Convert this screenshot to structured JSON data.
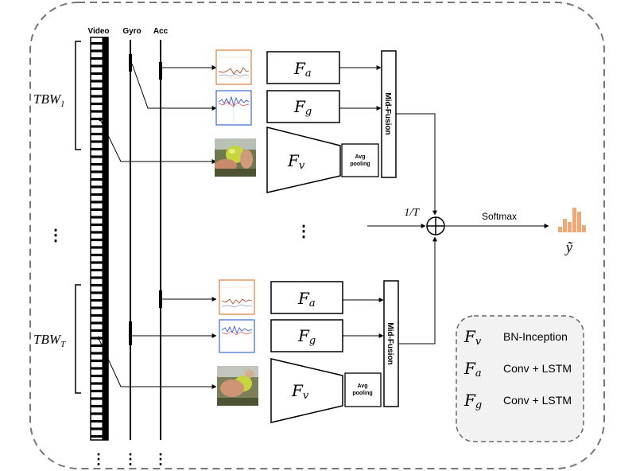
{
  "signals": {
    "video_label": "Video",
    "gyro_label": "Gyro",
    "acc_label": "Acc"
  },
  "windows": {
    "first": {
      "base": "TBW",
      "sub": "1"
    },
    "last": {
      "base": "TBW",
      "sub": "T"
    }
  },
  "ellipsis": "⋮",
  "branch": {
    "fa": {
      "letter": "F",
      "sub": "a"
    },
    "fg": {
      "letter": "F",
      "sub": "g"
    },
    "fv": {
      "letter": "F",
      "sub": "v"
    },
    "avg_pooling": [
      "Avg",
      "pooling"
    ],
    "mid_fusion": "Mid-Fusion"
  },
  "fusion": {
    "scale": "1/T",
    "operator": "⊕",
    "softmax": "Softmax",
    "output": "ỹ"
  },
  "legend": {
    "items": [
      {
        "sub": "v",
        "text": "BN-Inception"
      },
      {
        "sub": "a",
        "text": "Conv + LSTM"
      },
      {
        "sub": "g",
        "text": "Conv + LSTM"
      }
    ]
  },
  "colors": {
    "acc_plot": "#e0894e",
    "gyro_plot": "#4a74d8",
    "bars": "#f0a877",
    "dashed_border": "#777777",
    "legend_bg": "#f2f2f2"
  },
  "icons": {
    "frame_top": "apple-in-hand-photo",
    "frame_bottom": "apple-in-hand-photo",
    "output": "bar-chart-icon"
  }
}
